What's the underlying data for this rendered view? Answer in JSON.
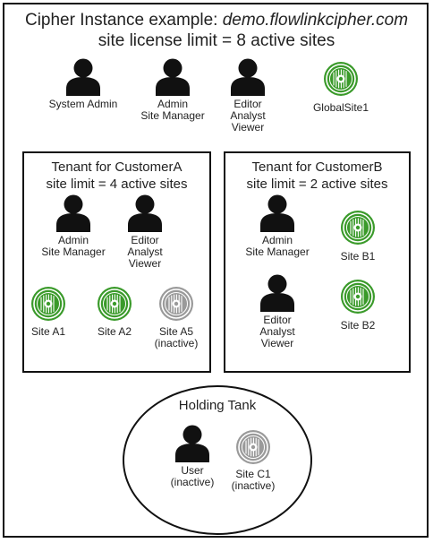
{
  "instance": {
    "title_prefix": "Cipher Instance example: ",
    "domain": "demo.flowlinkcipher.com",
    "limit": "site license limit = 8 active sites"
  },
  "top_nodes": [
    {
      "kind": "user",
      "label": "System Admin"
    },
    {
      "kind": "user",
      "label": "Admin\nSite Manager"
    },
    {
      "kind": "user",
      "label": "Editor\nAnalyst\nViewer"
    },
    {
      "kind": "site",
      "status": "active",
      "label": "GlobalSite1"
    }
  ],
  "tenant_a": {
    "title": "Tenant for CustomerA",
    "limit": "site limit = 4 active sites",
    "nodes": [
      {
        "kind": "user",
        "label": "Admin\nSite Manager"
      },
      {
        "kind": "user",
        "label": "Editor\nAnalyst\nViewer"
      },
      {
        "kind": "site",
        "status": "active",
        "label": "Site A1"
      },
      {
        "kind": "site",
        "status": "active",
        "label": "Site A2"
      },
      {
        "kind": "site",
        "status": "inactive",
        "label": "Site A5\n(inactive)"
      }
    ]
  },
  "tenant_b": {
    "title": "Tenant for CustomerB",
    "limit": "site limit = 2 active sites",
    "nodes": [
      {
        "kind": "user",
        "label": "Admin\nSite Manager"
      },
      {
        "kind": "site",
        "status": "active",
        "label": "Site B1"
      },
      {
        "kind": "user",
        "label": "Editor\nAnalyst\nViewer"
      },
      {
        "kind": "site",
        "status": "active",
        "label": "Site B2"
      }
    ]
  },
  "holding_tank": {
    "title": "Holding Tank",
    "nodes": [
      {
        "kind": "user",
        "label": "User\n(inactive)"
      },
      {
        "kind": "site",
        "status": "inactive",
        "label": "Site C1\n(inactive)"
      }
    ]
  },
  "colors": {
    "active_site": "#3a9a2a",
    "active_site_light": "#ffffff",
    "inactive_site": "#9a9a9a",
    "person": "#111111"
  }
}
